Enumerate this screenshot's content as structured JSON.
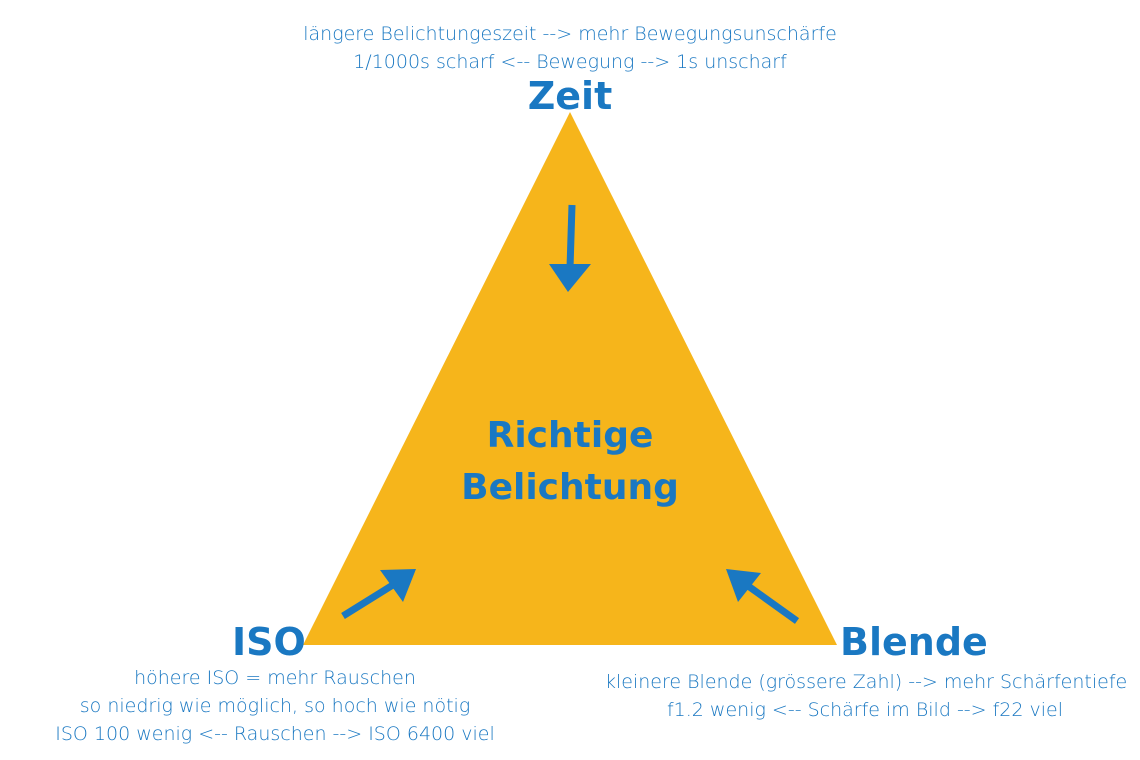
{
  "colors": {
    "triangle": "#F6B51B",
    "accent": "#1A78C2"
  },
  "icons": {
    "top_arrow": "arrow-down-icon",
    "left_arrow": "arrow-up-right-icon",
    "right_arrow": "arrow-up-left-icon"
  },
  "diagram": {
    "center": {
      "line1": "Richtige",
      "line2": "Belichtung"
    },
    "zeit": {
      "label": "Zeit",
      "desc1": "längere Belichtungeszeit --> mehr Bewegungsunschärfe",
      "desc2": "1/1000s scharf  <-- Bewegung --> 1s unscharf"
    },
    "iso": {
      "label": "ISO",
      "desc1": "höhere ISO = mehr Rauschen",
      "desc2": "so niedrig wie möglich, so hoch wie nötig",
      "desc3": "ISO 100 wenig <-- Rauschen  -->  ISO 6400 viel"
    },
    "blende": {
      "label": "Blende",
      "desc1": "kleinere Blende (grössere Zahl) --> mehr Schärfentiefe",
      "desc2": "f1.2 wenig <-- Schärfe im Bild --> f22 viel"
    }
  }
}
